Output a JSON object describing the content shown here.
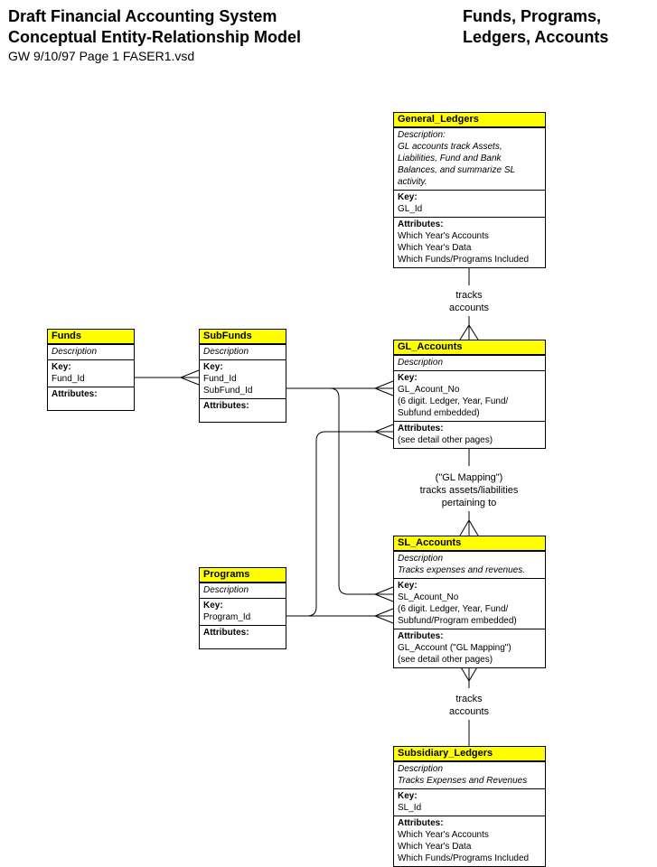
{
  "header": {
    "title_line1": "Draft Financial Accounting System",
    "title_line2": "Conceptual Entity-Relationship Model",
    "subtitle": "GW 9/10/97 Page 1 FASER1.vsd",
    "right_line1": "Funds, Programs,",
    "right_line2": "Ledgers, Accounts"
  },
  "entities": {
    "general_ledgers": {
      "title": "General_Ledgers",
      "description": [
        "Description:",
        "GL accounts track Assets,",
        "Liabilities, Fund  and Bank",
        "Balances, and summarize SL",
        "activity."
      ],
      "key_label": "Key:",
      "keys": [
        "GL_Id"
      ],
      "attr_label": "Attributes:",
      "attrs": [
        "Which Year's Accounts",
        "Which Year's Data",
        "Which Funds/Programs Included"
      ]
    },
    "funds": {
      "title": "Funds",
      "description": [
        "Description"
      ],
      "key_label": "Key:",
      "keys": [
        "Fund_Id"
      ],
      "attr_label": "Attributes:",
      "attrs": []
    },
    "subfunds": {
      "title": "SubFunds",
      "description": [
        "Description"
      ],
      "key_label": "Key:",
      "keys": [
        "Fund_Id",
        "SubFund_Id"
      ],
      "attr_label": "Attributes:",
      "attrs": []
    },
    "gl_accounts": {
      "title": "GL_Accounts",
      "description": [
        "Description"
      ],
      "key_label": "Key:",
      "keys": [
        "GL_Acount_No",
        "(6 digit. Ledger, Year, Fund/",
        "Subfund embedded)"
      ],
      "attr_label": "Attributes:",
      "attrs": [
        "(see detail other pages)"
      ]
    },
    "programs": {
      "title": "Programs",
      "description": [
        "Description"
      ],
      "key_label": "Key:",
      "keys": [
        "Program_Id"
      ],
      "attr_label": "Attributes:",
      "attrs": []
    },
    "sl_accounts": {
      "title": "SL_Accounts",
      "description": [
        "Description",
        "Tracks expenses and revenues."
      ],
      "key_label": "Key:",
      "keys": [
        "SL_Acount_No",
        "(6 digit.  Ledger, Year, Fund/",
        "Subfund/Program embedded)"
      ],
      "attr_label": "Attributes:",
      "attrs": [
        "GL_Account (\"GL Mapping\")",
        "(see detail other pages)"
      ]
    },
    "subsidiary_ledgers": {
      "title": "Subsidiary_Ledgers",
      "description": [
        "Description",
        "Tracks Expenses and Revenues"
      ],
      "key_label": "Key:",
      "keys": [
        "SL_Id"
      ],
      "attr_label": "Attributes:",
      "attrs": [
        "Which Year's Accounts",
        "Which Year's Data",
        "Which Funds/Programs Included"
      ]
    }
  },
  "relationships": {
    "gl_tracks": [
      "tracks",
      "accounts"
    ],
    "gl_mapping": [
      "(\"GL Mapping\")",
      "tracks assets/liabilities",
      "pertaining to"
    ],
    "sl_tracks": [
      "tracks",
      "accounts"
    ]
  }
}
